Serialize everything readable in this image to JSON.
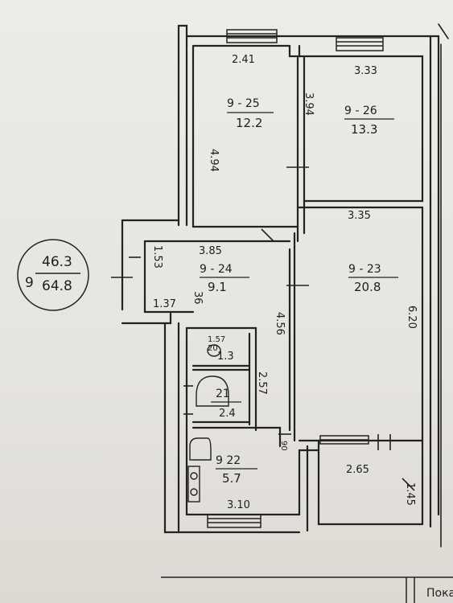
{
  "plan": {
    "summary_living": "46.3",
    "summary_total": "64.8",
    "summary_prefix": "9",
    "rooms": [
      {
        "id": "room-25",
        "label": "9 - 25",
        "area": "12.2",
        "width": "2.41",
        "depth": "4.94"
      },
      {
        "id": "room-26",
        "label": "9 - 26",
        "area": "13.3",
        "width": "3.33",
        "depth": "3.94"
      },
      {
        "id": "room-24",
        "label": "9 - 24",
        "area": "9.1",
        "width": "3.85",
        "depth": "1.53"
      },
      {
        "id": "room-23",
        "label": "9 - 23",
        "area": "20.8",
        "width": "3.35",
        "depth": "6.20"
      },
      {
        "id": "room-22",
        "label": "9 22",
        "area": "5.7",
        "width": "3.10"
      },
      {
        "id": "room-21",
        "label": "21",
        "area": "2.4",
        "depth": "2.57"
      },
      {
        "id": "room-20",
        "label": "20",
        "area": "1.3",
        "width": "1.57"
      }
    ],
    "extra_dims": {
      "hall_width": "1.37",
      "hall_diag": "36",
      "hall_depth": "4.56",
      "balcony_width": "2.65",
      "balcony_depth": "1.45",
      "door_small": "90"
    },
    "footer_text": "Пока"
  }
}
